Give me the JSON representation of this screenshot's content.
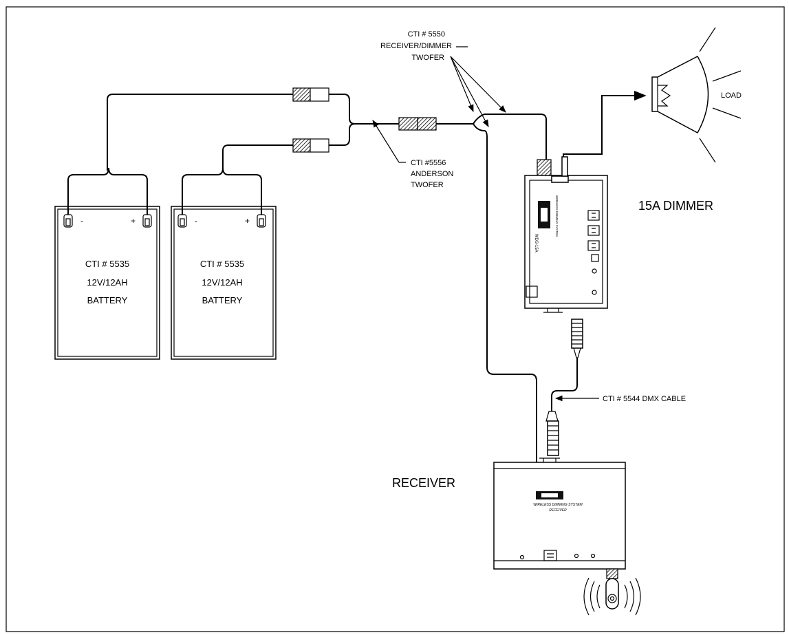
{
  "labels": {
    "receiver_dimmer_twofer": [
      "CTI # 5550",
      "RECEIVER/DIMMER",
      "TWOFER"
    ],
    "anderson_twofer": [
      "CTI #5556",
      "ANDERSON",
      "TWOFER"
    ],
    "load": "LOAD",
    "dimmer_title": "15A DIMMER",
    "receiver_title": "RECEIVER",
    "dmx_cable": "CTI # 5544 DMX CABLE"
  },
  "batteries": [
    {
      "model": "CTI # 5535",
      "rating": "12V/12AH",
      "type": "BATTERY",
      "neg": "-",
      "pos": "+"
    },
    {
      "model": "CTI # 5535",
      "rating": "12V/12AH",
      "type": "BATTERY",
      "neg": "-",
      "pos": "+"
    }
  ],
  "dimmer_unit": {
    "model_text": "WDS-15A",
    "system_text": "WIRELESS DIMMING SYSTEM"
  },
  "receiver_unit": {
    "system_text": "WIRELESS DIMMING SYSTEM",
    "model_text": "RECEIVER"
  }
}
